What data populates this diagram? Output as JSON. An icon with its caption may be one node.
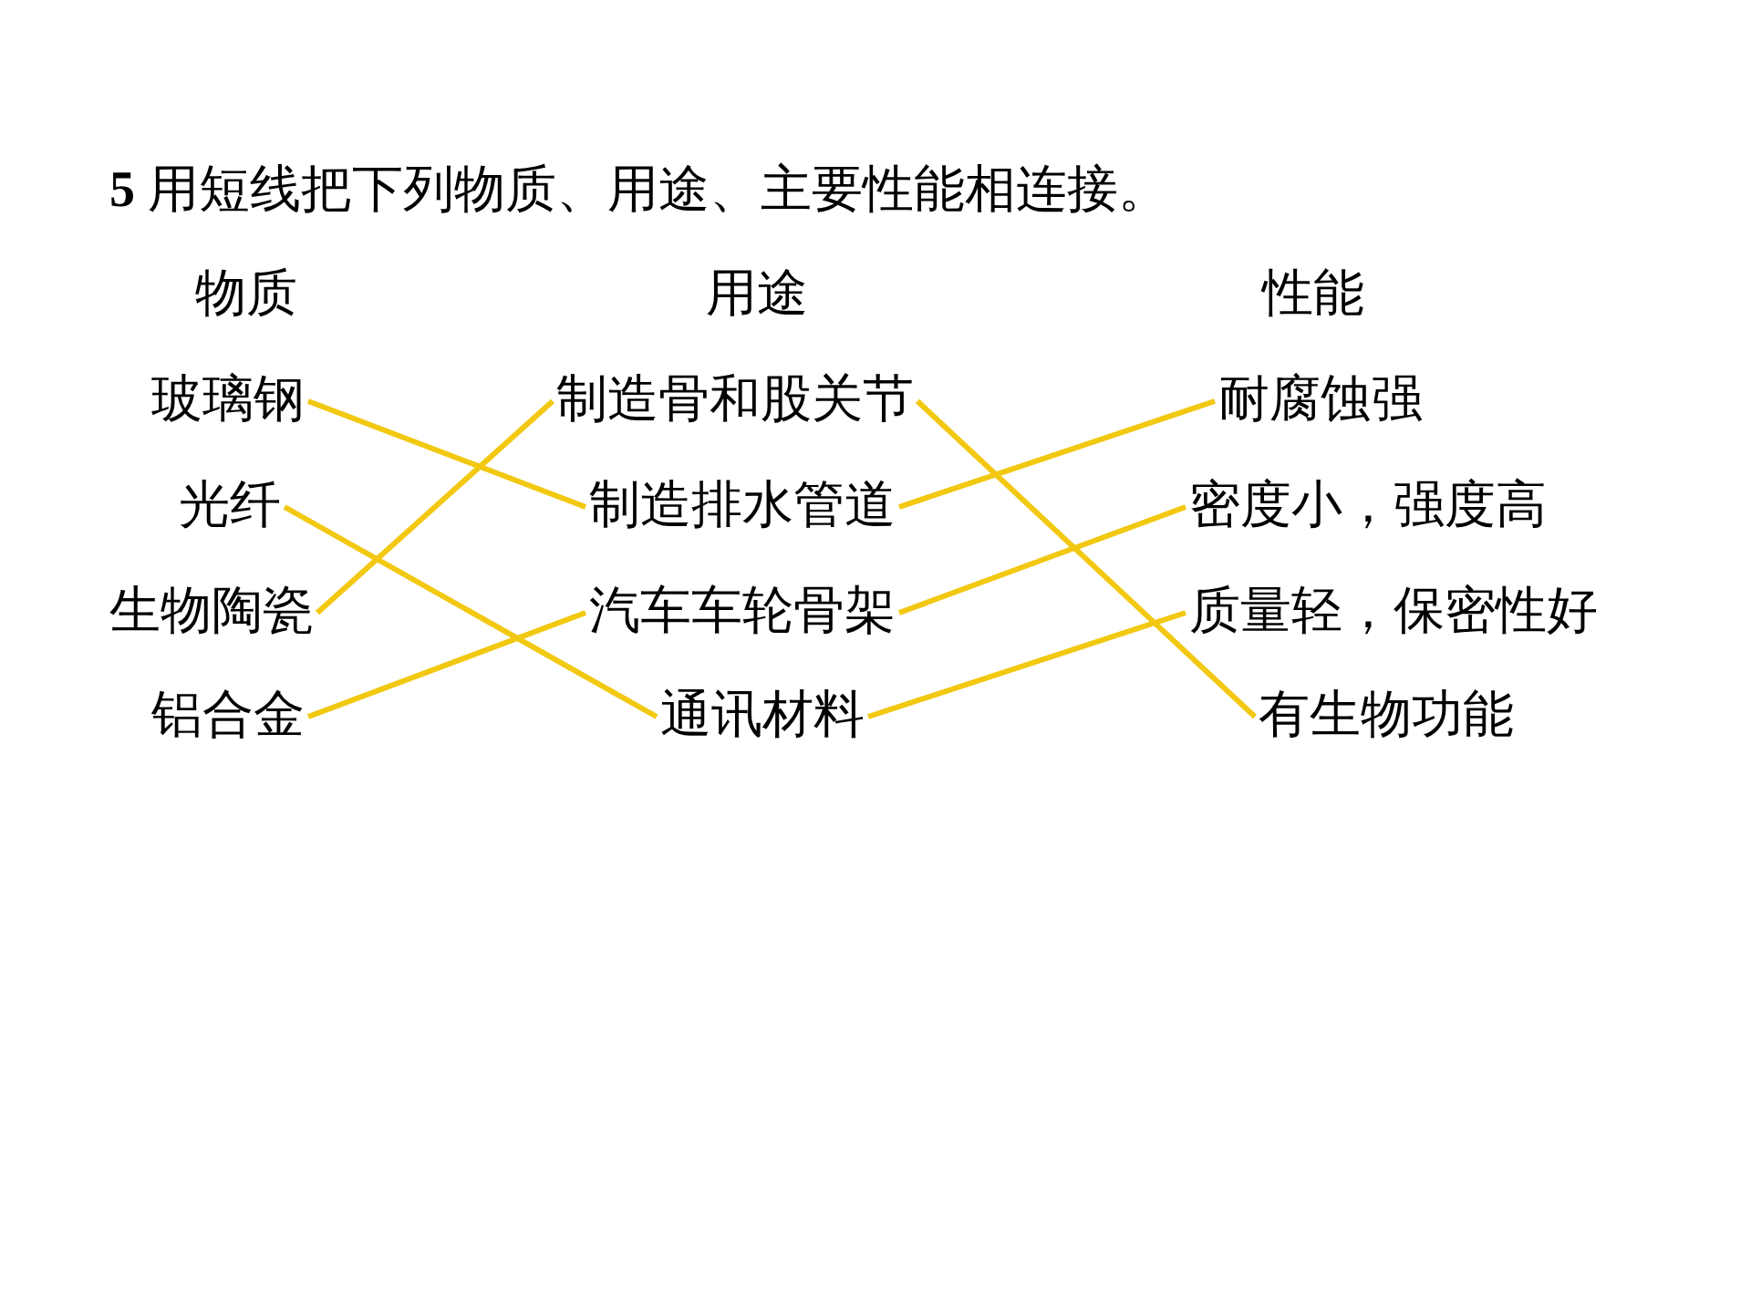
{
  "diagram": {
    "title": "**5** 用短线把下列物质、用途、主要性能相连接。",
    "nodes": [
      {
        "text": [
          "玻璃钢"
        ]
      },
      {
        "text": [
          "制造骨和股关节"
        ]
      },
      {
        "text": [
          "耐腐蚀强"
        ]
      },
      {
        "text": [
          "光纤"
        ]
      },
      {
        "text": [
          "制造排水管道"
        ]
      },
      {
        "text": [
          "密度小，强度高"
        ]
      },
      {
        "text": [
          "生物陶瓷"
        ]
      },
      {
        "text": [
          "汽车车轮骨架"
        ]
      },
      {
        "text": [
          "质量轻，保密性好"
        ]
      },
      {
        "text": [
          "铝合金"
        ]
      },
      {
        "text": [
          "通讯材料"
        ]
      },
      {
        "text": [
          "有生物功能"
        ]
      }
    ],
    "edges": [
      {
        "from": 0,
        "to": 4,
        "arrow": "none"
      },
      {
        "from": 3,
        "to": 10,
        "arrow": "none"
      },
      {
        "from": 6,
        "to": 1,
        "arrow": "none"
      },
      {
        "from": 9,
        "to": 7,
        "arrow": "none"
      },
      {
        "from": 1,
        "to": 11,
        "arrow": "none"
      },
      {
        "from": 4,
        "to": 2,
        "arrow": "none"
      },
      {
        "from": 7,
        "to": 5,
        "arrow": "none"
      },
      {
        "from": 10,
        "to": 8,
        "arrow": "none"
      }
    ],
    "labels": [
      "物质",
      "用途",
      "性能"
    ]
  }
}
